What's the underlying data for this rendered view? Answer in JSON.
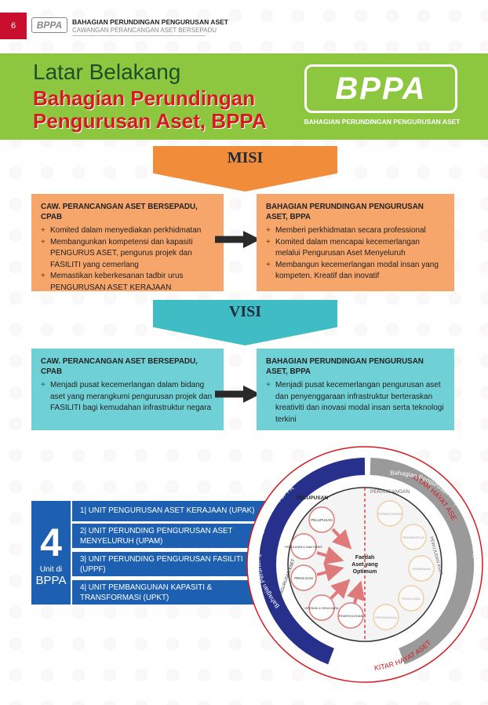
{
  "header": {
    "page_number": "6",
    "logo_text": "BPPA",
    "line1": "BAHAGIAN PERUNDINGAN PENGURUSAN ASET",
    "line2": "CAWANGAN PERANCANGAN ASET BERSEPADU"
  },
  "banner": {
    "title": "Latar Belakang",
    "subtitle_line1": "Bahagian Perundingan",
    "subtitle_line2": "Pengurusan Aset, BPPA",
    "logo_text": "BPPA",
    "logo_caption": "BAHAGIAN PERUNDINGAN PENGURUSAN ASET"
  },
  "misi": {
    "label": "MISI",
    "left": {
      "title": "CAW. PERANCANGAN ASET BERSEPADU, CPAB",
      "items": [
        "Komited dalam menyediakan perkhidmatan",
        "Membangunkan kompetensi dan kapasiti PENGURUS ASET, pengurus projek dan FASILITI yang cemerlang",
        "Memastikan keberkesanan tadbir urus PENGURUSAN ASET KERAJAAN"
      ]
    },
    "right": {
      "title": "BAHAGIAN PERUNDINGAN PENGURUSAN ASET, BPPA",
      "items": [
        "Memberi perkhidmatan secara professional",
        "Komited dalam mencapai kecemerlangan melalui Pengurusan Aset Menyeluruh",
        "Membangun kecemerlangan modal insan yang kompeten. Kreatif dan inovatif"
      ]
    }
  },
  "visi": {
    "label": "VISI",
    "left": {
      "title": "CAW. PERANCANGAN ASET BERSEPADU, CPAB",
      "items": [
        "Menjadi pusat kecemerlangan dalam bidang aset yang merangkumi pengurusan projek dan FASILITI bagi kemudahan infrastruktur negara"
      ]
    },
    "right": {
      "title": "BAHAGIAN PERUNDINGAN PENGURUSAN ASET, BPPA",
      "items": [
        "Menjadi pusat kecemerlangan pengurusan aset dan penyenggaraan infrastruktur berteraskan kreativiti dan inovasi modal insan serta teknologi terkini"
      ]
    }
  },
  "units": {
    "count": "4",
    "label": "Unit di",
    "org": "BPPA",
    "items": [
      "1| UNIT PENGURUSAN ASET KERAJAAN (UPAK)",
      "2| UNIT PERUNDING PENGURUSAN ASET MENYELURUH (UPAM)",
      "3| UNIT PERUNDING PENGURUSAN FASILITI (UPPF)",
      "4| UNIT PEMBANGUNAN KAPASITI & TRANSFORMASI (UPKT)"
    ]
  },
  "cycle": {
    "outer_top": "KITAR HAYAT ASET",
    "outer_bottom": "KITAR HAYAT ASET",
    "left_arc": "Bahagian Perundingan Pengurusan Aset, BPPA",
    "right_arc": "Bahagian Pengurusan Projek Kompleks, BPPK",
    "quad_top_left": "PELUPUSAN",
    "quad_top_right": "PERANCANGAN",
    "quad_right": "PEWUJUDAN ASET",
    "quad_left": "PENGURUSAN ASET",
    "center_line1": "Faedah",
    "center_line2": "Aset yang",
    "center_line3": "Optimum",
    "nodes": [
      "PELUPUSAN",
      "PEMULIHAN & NAIKTARAF",
      "PENILAIAN",
      "OPERASI & SENGGARA",
      "PEMEROLEHAN",
      "PERANCANGAN",
      "REKABENTUK",
      "PEMBINAAN",
      "PENGUJIAN",
      "PENYERAHAN"
    ]
  }
}
